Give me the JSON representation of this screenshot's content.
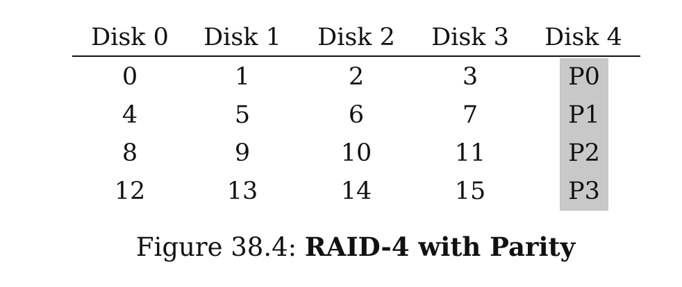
{
  "table": {
    "headers": [
      "Disk 0",
      "Disk 1",
      "Disk 2",
      "Disk 3",
      "Disk 4"
    ],
    "rows": [
      [
        "0",
        "1",
        "2",
        "3",
        "P0"
      ],
      [
        "4",
        "5",
        "6",
        "7",
        "P1"
      ],
      [
        "8",
        "9",
        "10",
        "11",
        "P2"
      ],
      [
        "12",
        "13",
        "14",
        "15",
        "P3"
      ]
    ],
    "parity_column_color": "#c8c8c8"
  },
  "caption": {
    "label": "Figure 38.4:",
    "title": "RAID-4 with Parity"
  }
}
